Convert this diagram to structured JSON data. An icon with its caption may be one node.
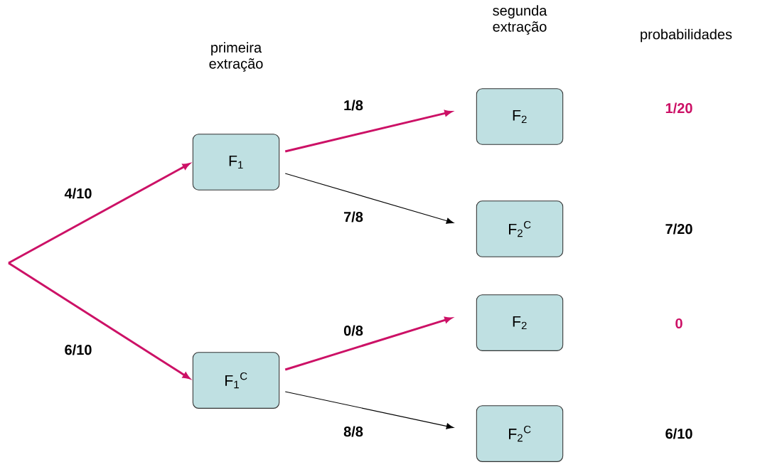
{
  "diagram": {
    "nodes": [
      {
        "text": [
          "F$_{1}$"
        ]
      },
      {
        "text": [
          "F$_{1}$$^{C}$"
        ]
      },
      {
        "text": [
          "F$_{2}$"
        ]
      },
      {
        "text": [
          "F$_{2}$$^{C}$"
        ]
      },
      {
        "text": [
          "F$_{2}$"
        ]
      },
      {
        "text": [
          "F$_{2}$$^{C}$"
        ]
      }
    ],
    "edges": [
      {
        "from": null,
        "to": 0,
        "arrow": "to",
        "label": "4/10"
      },
      {
        "from": null,
        "to": 1,
        "arrow": "to",
        "label": "6/10"
      },
      {
        "from": 0,
        "to": 2,
        "arrow": "to",
        "label": "1/8"
      },
      {
        "from": 0,
        "to": 3,
        "arrow": "to",
        "label": "7/8",
        "color": "#000000"
      },
      {
        "from": 1,
        "to": 4,
        "arrow": "to",
        "label": "0/8"
      },
      {
        "from": 1,
        "to": 5,
        "arrow": "to",
        "label": "8/8",
        "color": "#000000"
      }
    ],
    "labels": [
      "segunda extração",
      "probabilidades",
      "primeira extração",
      "1/20",
      "7/20",
      "0",
      "6/10"
    ]
  }
}
